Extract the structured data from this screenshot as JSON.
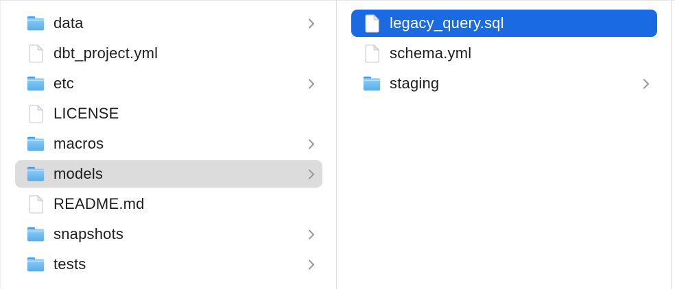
{
  "window": {
    "app": "Finder column view",
    "background": "#ffffff",
    "top_border_color": "#e7e7e7",
    "divider_color": "#e1e1e1"
  },
  "colors": {
    "selection_blue": "#1a6be2",
    "selection_gray": "#dcdcdc",
    "text": "#1e1e1e",
    "text_selected": "#ffffff",
    "chevron": "#9a9a9a",
    "folder_tab": "#41a0e8",
    "folder_body_top": "#8fccf6",
    "folder_body_bottom": "#58aeea",
    "document_stroke": "#c8c8c8",
    "document_fold": "#ececec"
  },
  "columns": [
    {
      "name": "column-1",
      "items": [
        {
          "label": "data",
          "type": "folder",
          "has_chevron": true,
          "selected": "none"
        },
        {
          "label": "dbt_project.yml",
          "type": "file",
          "has_chevron": false,
          "selected": "none"
        },
        {
          "label": "etc",
          "type": "folder",
          "has_chevron": true,
          "selected": "none"
        },
        {
          "label": "LICENSE",
          "type": "file",
          "has_chevron": false,
          "selected": "none"
        },
        {
          "label": "macros",
          "type": "folder",
          "has_chevron": true,
          "selected": "none"
        },
        {
          "label": "models",
          "type": "folder",
          "has_chevron": true,
          "selected": "inactive"
        },
        {
          "label": "README.md",
          "type": "file",
          "has_chevron": false,
          "selected": "none"
        },
        {
          "label": "snapshots",
          "type": "folder",
          "has_chevron": true,
          "selected": "none"
        },
        {
          "label": "tests",
          "type": "folder",
          "has_chevron": true,
          "selected": "none"
        }
      ]
    },
    {
      "name": "column-2",
      "items": [
        {
          "label": "legacy_query.sql",
          "type": "file",
          "has_chevron": false,
          "selected": "active"
        },
        {
          "label": "schema.yml",
          "type": "file",
          "has_chevron": false,
          "selected": "none"
        },
        {
          "label": "staging",
          "type": "folder",
          "has_chevron": true,
          "selected": "none"
        }
      ]
    }
  ]
}
